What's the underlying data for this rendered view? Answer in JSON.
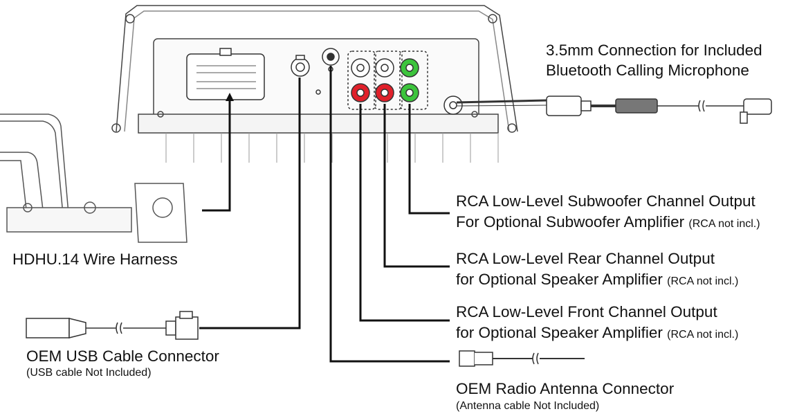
{
  "labels": {
    "microphone": {
      "line1": "3.5mm Connection for Included",
      "line2": "Bluetooth Calling Microphone"
    },
    "subwoofer": {
      "line1": "RCA Low-Level Subwoofer Channel Output",
      "line2": "For Optional Subwoofer Amplifier",
      "note": "(RCA not incl.)"
    },
    "rear": {
      "line1": "RCA Low-Level Rear Channel Output",
      "line2": "for Optional Speaker Amplifier",
      "note": "(RCA not incl.)"
    },
    "front": {
      "line1": "RCA Low-Level Front Channel Output",
      "line2": "for Optional Speaker Amplifier",
      "note": "(RCA not incl.)"
    },
    "harness": "HDHU.14 Wire Harness",
    "usb": {
      "title": "OEM USB Cable Connector",
      "note": "(USB cable Not Included)"
    },
    "antenna": {
      "title": "OEM Radio Antenna Connector",
      "note": "(Antenna cable Not Included)"
    }
  },
  "colors": {
    "rca_white": "#ffffff",
    "rca_red": "#e0202a",
    "rca_green": "#3cc43c",
    "line": "#111111"
  }
}
